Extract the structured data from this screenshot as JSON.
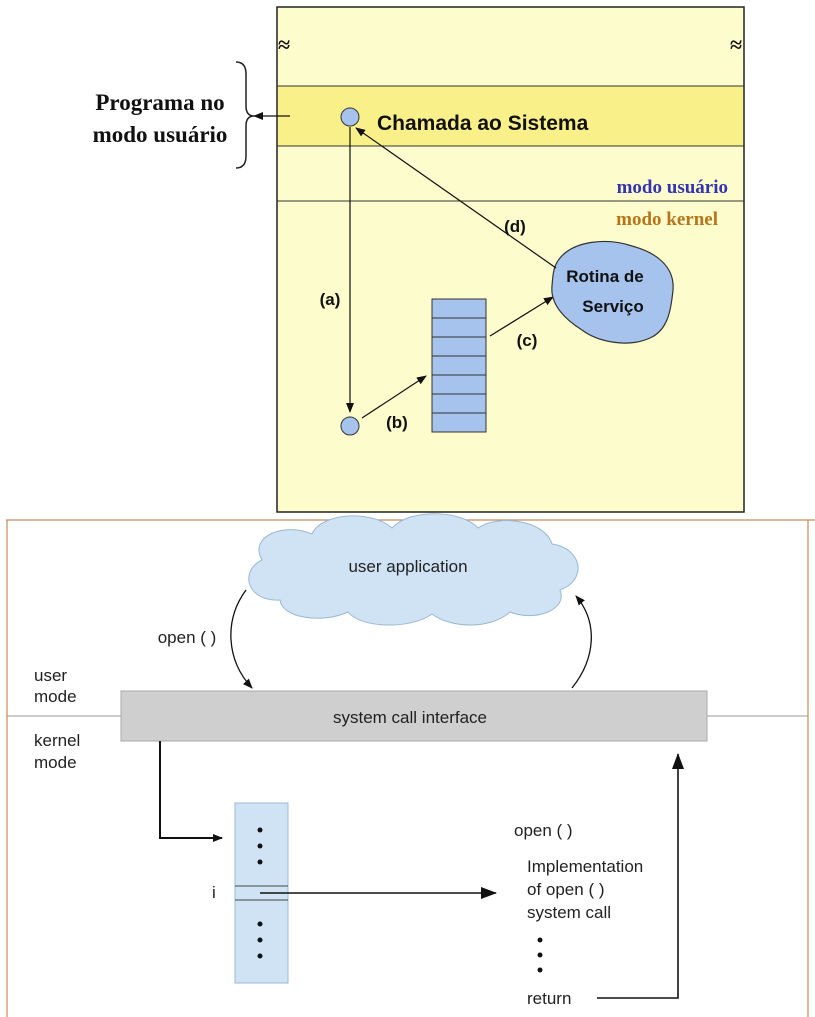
{
  "top_diagram": {
    "break_symbol": "≈",
    "program_label_line1": "Programa no",
    "program_label_line2": "modo usuário",
    "system_call_label": "Chamada ao Sistema",
    "user_mode_label": "modo usuário",
    "kernel_mode_label": "modo kernel",
    "routine_line1": "Rotina de",
    "routine_line2": "Serviço",
    "step_a": "(a)",
    "step_b": "(b)",
    "step_c": "(c)",
    "step_d": "(d)",
    "colors": {
      "background": "#fdfccc",
      "highlight_band": "#faf08a",
      "node_fill": "#a6c3ee",
      "user_mode_text": "#3535b0",
      "kernel_mode_text": "#b8731b"
    }
  },
  "bottom_diagram": {
    "user_application": "user application",
    "open_call": "open ( )",
    "user_mode_line1": "user",
    "user_mode_line2": "mode",
    "kernel_mode_line1": "kernel",
    "kernel_mode_line2": "mode",
    "system_call_interface": "system call interface",
    "index_label": "i",
    "impl_open": "open ( )",
    "impl_line1": "Implementation",
    "impl_line2": "of open ( )",
    "impl_line3": "system call",
    "return_label": "return",
    "colors": {
      "frame_border": "#c98a5a",
      "cloud_fill": "#cfe3f5",
      "interface_fill": "#cfcfcf",
      "table_fill": "#cfe3f5"
    }
  }
}
